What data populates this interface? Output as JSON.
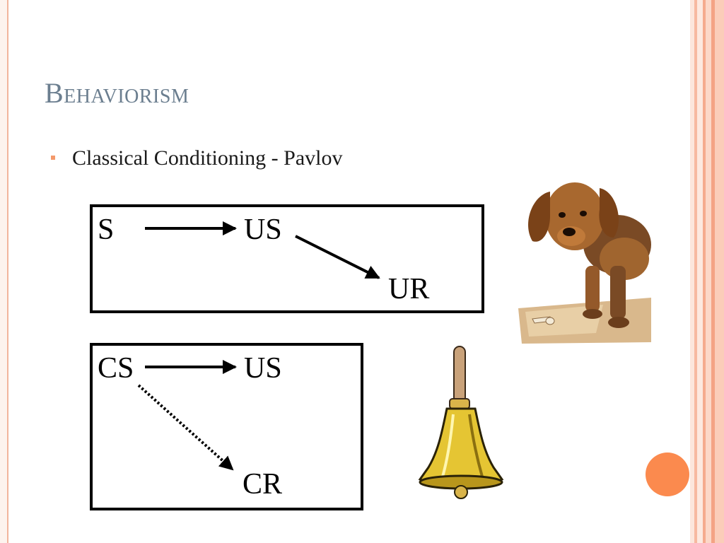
{
  "slide": {
    "title": "Behaviorism",
    "bullet": "Classical Conditioning - Pavlov"
  },
  "diagram_top": {
    "stimulus": "S",
    "unconditioned_stimulus": "US",
    "unconditioned_response": "UR"
  },
  "diagram_bottom": {
    "conditioned_stimulus": "CS",
    "unconditioned_stimulus": "US",
    "conditioned_response": "CR"
  },
  "images": {
    "dog": "dachshund-illustration",
    "bell": "golden-bell-illustration"
  },
  "colors": {
    "title": "#6b7e8f",
    "accent": "#fb8a4e",
    "bullet": "#f4996b",
    "border": "#f2b49c"
  }
}
